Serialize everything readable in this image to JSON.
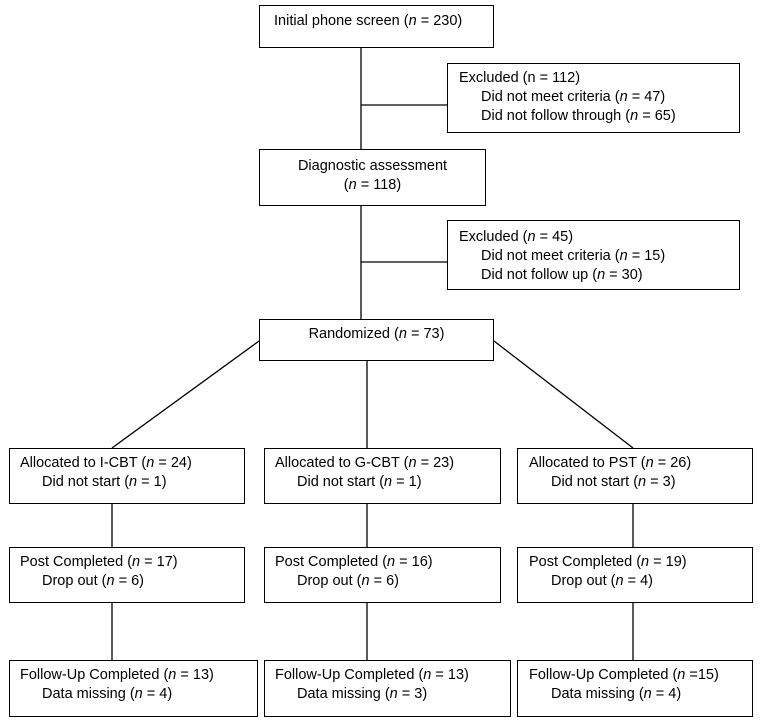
{
  "n_label": "n",
  "initial": {
    "pre": "Initial phone screen (",
    "post": " = 230)"
  },
  "excluded1": {
    "title": "Excluded (n = 112)",
    "l1_pre": "Did not meet criteria (",
    "l1_post": " = 47)",
    "l2_pre": "Did not follow through (",
    "l2_post": " = 65)"
  },
  "diagnostic": {
    "title": "Diagnostic assessment",
    "l2_pre": "(",
    "l2_post": " = 118)"
  },
  "excluded2": {
    "t_pre": "Excluded (",
    "t_post": " = 45)",
    "l1_pre": "Did not meet criteria (",
    "l1_post": " = 15)",
    "l2_pre": "Did not follow up (",
    "l2_post": " = 30)"
  },
  "randomized": {
    "pre": "Randomized (",
    "post": " = 73)"
  },
  "arms": [
    {
      "alloc_pre": "Allocated to I-CBT (",
      "alloc_post": " = 24)",
      "start_pre": "Did not start (",
      "start_post": " = 1)",
      "post_pre": "Post Completed (",
      "post_post": " = 17)",
      "drop_pre": "Drop out (",
      "drop_post": " = 6)",
      "fu_pre": "Follow-Up Completed (",
      "fu_post": " = 13)",
      "miss_pre": "Data missing (",
      "miss_post": " = 4)"
    },
    {
      "alloc_pre": "Allocated to G-CBT (",
      "alloc_post": " = 23)",
      "start_pre": "Did not start (",
      "start_post": " = 1)",
      "post_pre": "Post Completed (",
      "post_post": " = 16)",
      "drop_pre": "Drop out (",
      "drop_post": " = 6)",
      "fu_pre": "Follow-Up Completed (",
      "fu_post": " = 13)",
      "miss_pre": "Data missing (",
      "miss_post": " = 3)"
    },
    {
      "alloc_pre": "Allocated to PST (",
      "alloc_post": " = 26)",
      "start_pre": "Did not start (",
      "start_post": " = 3)",
      "post_pre": "Post Completed (",
      "post_post": " = 19)",
      "drop_pre": "Drop out (",
      "drop_post": " = 4)",
      "fu_pre": "Follow-Up Completed (",
      "fu_post": " =15)",
      "miss_pre": "Data missing (",
      "miss_post": " = 4)"
    }
  ]
}
